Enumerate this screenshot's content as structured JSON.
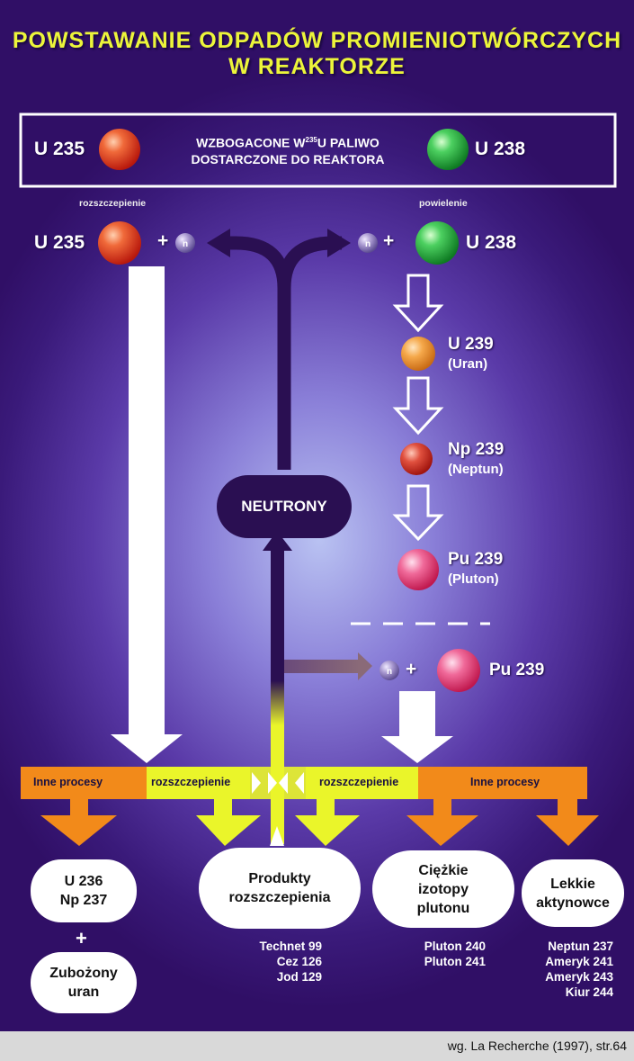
{
  "title": {
    "line1": "POWSTAWANIE  ODPADÓW  PROMIENIOTWÓRCZYCH",
    "line2": "W  REAKTORZE"
  },
  "fuel_box": {
    "left_isotope": "U 235",
    "right_isotope": "U 238",
    "text_line1_a": "WZBOGACONE W",
    "text_line1_sup": "235",
    "text_line1_b": "U PALIWO",
    "text_line2": "DOSTARCZONE DO REAKTORA"
  },
  "fission_label": "rozszczepienie",
  "breeding_label": "powielenie",
  "left_reaction": {
    "isotope": "U 235",
    "plus": "+"
  },
  "right_reaction": {
    "isotope": "U 238",
    "plus": "+"
  },
  "neutron_symbol": "n",
  "chain": [
    {
      "name": "U 239",
      "full": "(Uran)"
    },
    {
      "name": "Np 239",
      "full": "(Neptun)"
    },
    {
      "name": "Pu 239",
      "full": "(Pluton)"
    }
  ],
  "neutrons_label": "NEUTRONY",
  "pu_reaction": {
    "plus": "+",
    "isotope": "Pu 239"
  },
  "band": {
    "left_other": "Inne procesy",
    "left_fission": "rozszczepienie",
    "right_fission": "rozszczepienie",
    "right_other": "Inne procesy"
  },
  "outputs": {
    "u236": "U 236\nNp 237",
    "plus": "+",
    "depleted": "Zubożony\nuran",
    "fission_products": "Produkty\nrozszczepienia",
    "heavy_pu": "Ciężkie\nizotopy\nplutonu",
    "light_actinides": "Lekkie\naktynowce"
  },
  "fission_products_list": [
    "Technet  99",
    "Cez  126",
    "Jod  129"
  ],
  "plutonium_list": [
    "Pluton  240",
    "Pluton  241"
  ],
  "actinides_list": [
    "Neptun  237",
    "Ameryk  241",
    "Ameryk  243",
    "Kiur  244"
  ],
  "source": "wg. La Recherche  (1997), str.64",
  "colors": {
    "title": "#ecf53a",
    "u235_ball": "#e0402a",
    "u238_ball": "#2fb24a",
    "u239_ball": "#f0a040",
    "np239_ball": "#d83a3a",
    "pu239_ball": "#e83a7a",
    "neutron_ball": "#8a7ab8",
    "orange_band": "#f28a1a",
    "yellow_band": "#eaf52a",
    "neutron_arrow": "#2a0f52"
  },
  "icons": [
    "nucleus-ball-icon",
    "neutron-icon",
    "hollow-down-arrow-icon",
    "curved-double-arrow-icon"
  ]
}
